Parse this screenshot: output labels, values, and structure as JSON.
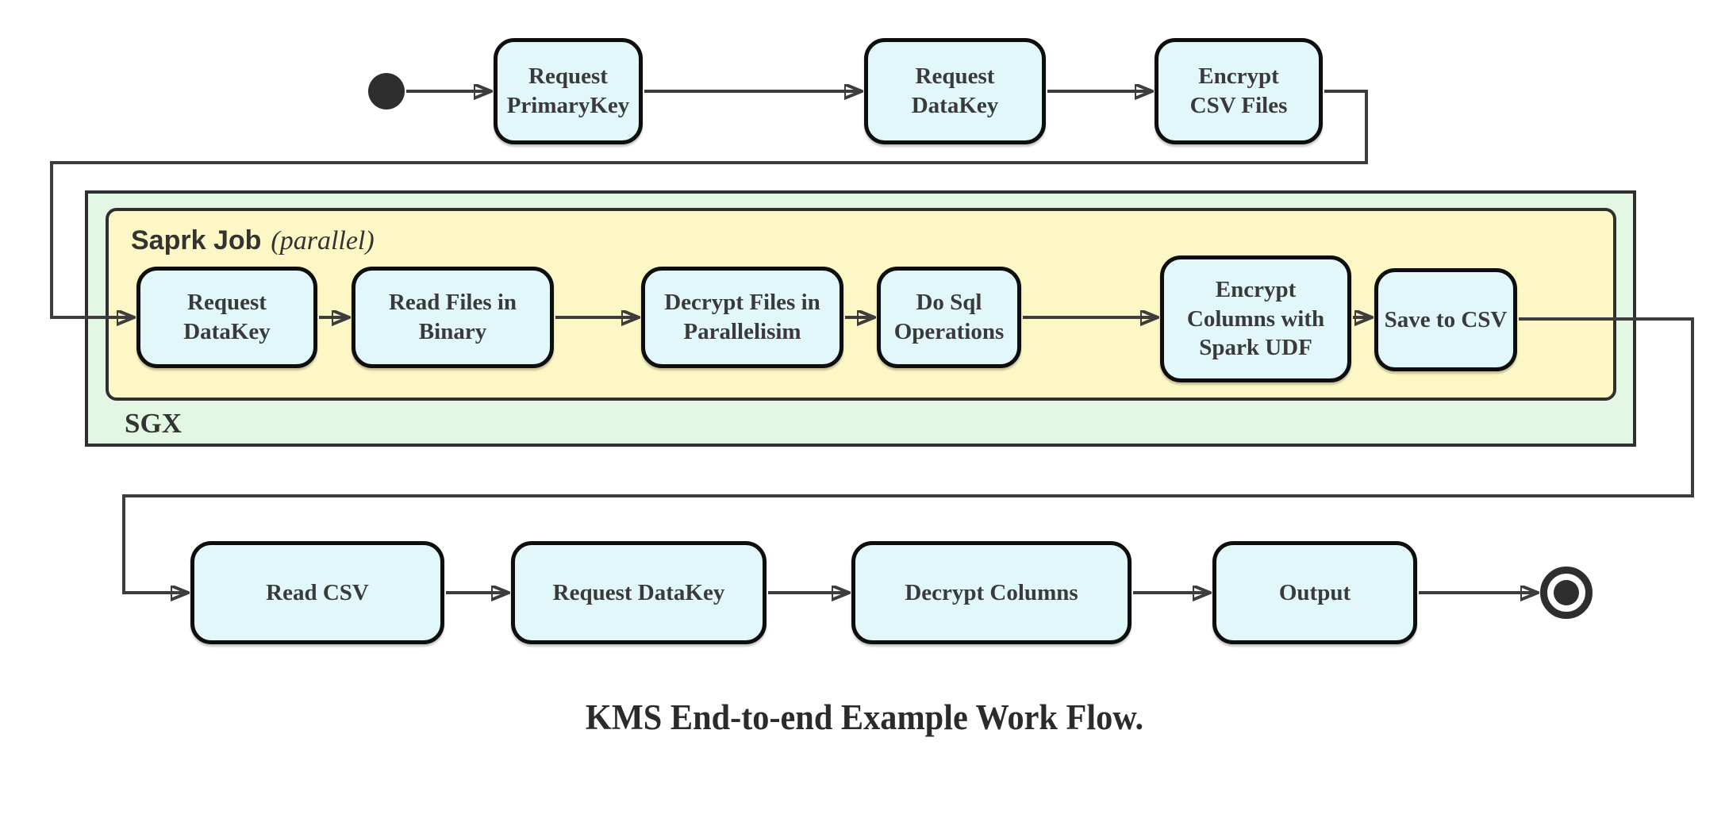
{
  "caption": "KMS End-to-end Example Work Flow.",
  "colors": {
    "node_fill": "#E1F7FA",
    "node_border": "#0E0E0E",
    "edge": "#3D3D3D",
    "sgx_fill": "#E3F8E4",
    "spark_fill": "#FDF7C5",
    "marker": "#2E2E2E"
  },
  "top_flow": {
    "steps": [
      "Request\nPrimaryKey",
      "Request\nDataKey",
      "Encrypt\nCSV Files"
    ]
  },
  "sgx_group": {
    "label": "SGX",
    "spark_job": {
      "title": "Saprk Job",
      "annotation": "(parallel)",
      "steps": [
        "Request\nDataKey",
        "Read Files in\nBinary",
        "Decrypt Files in\nParallelisim",
        "Do Sql\nOperations",
        "Encrypt\nColumns with\nSpark UDF",
        "Save to CSV"
      ]
    }
  },
  "bottom_flow": {
    "steps": [
      "Read CSV",
      "Request DataKey",
      "Decrypt Columns",
      "Output"
    ]
  }
}
